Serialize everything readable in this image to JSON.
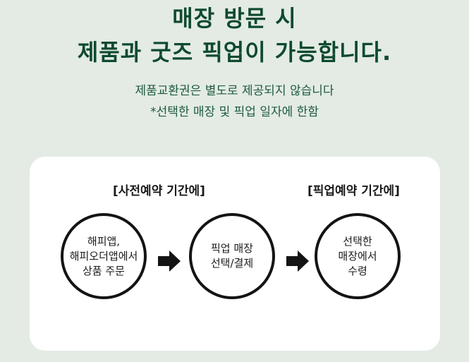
{
  "headline": {
    "line1": "매장 방문 시",
    "line2": "제품과 굿즈 픽업이 가능합니다."
  },
  "subtext": {
    "line1": "제품교환권은 별도로 제공되지 않습니다",
    "line2": "*선택한 매장 및 픽업 일자에 한함"
  },
  "process": {
    "phase_preorder": "[사전예약 기간에]",
    "phase_pickup": "[픽업예약 기간에]",
    "steps": [
      {
        "text": "해피앱,\n해피오더앱에서\n상품 주문"
      },
      {
        "text": "픽업 매장\n선택/결제"
      },
      {
        "text": "선택한\n매장에서\n수령"
      }
    ]
  },
  "colors": {
    "background": "#e3ebe4",
    "headline": "#0f4a2e",
    "card": "#ffffff",
    "circle_border": "#141414"
  },
  "icons": [
    "arrow-right-icon"
  ]
}
